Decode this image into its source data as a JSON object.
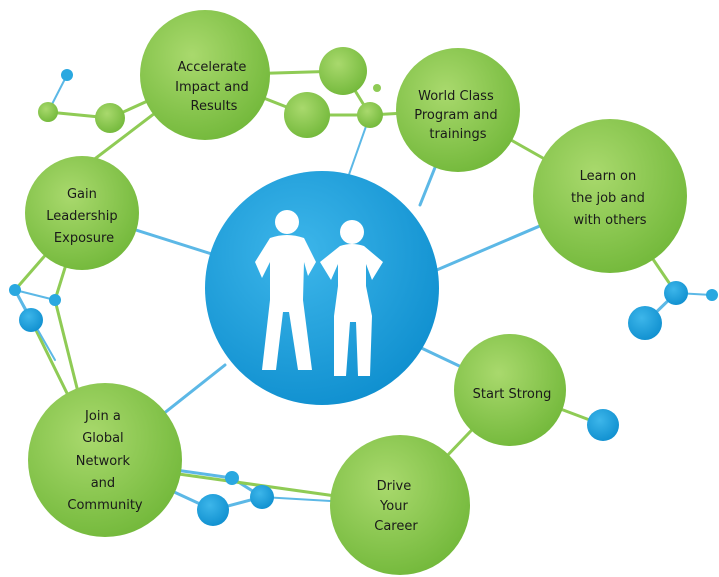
{
  "colors": {
    "green": "#80c342",
    "green_light": "#a6d86a",
    "blue": "#1ba1dc",
    "blue_dark": "#0f86c4",
    "line_green": "#8fcb55",
    "line_blue": "#5cb8e6",
    "figure": "#ffffff"
  },
  "center": {
    "icon": "people-silhouette-icon"
  },
  "nodes": [
    {
      "id": "accelerate",
      "lines": [
        "Accelerate",
        "Impact and",
        "Results"
      ]
    },
    {
      "id": "world-class",
      "lines": [
        "World Class",
        "Program and",
        "trainings"
      ]
    },
    {
      "id": "learn",
      "lines": [
        "Learn on",
        "the job and",
        "with others"
      ]
    },
    {
      "id": "leadership",
      "lines": [
        "Gain",
        "Leadership",
        "Exposure"
      ]
    },
    {
      "id": "start-strong",
      "lines": [
        "Start Strong"
      ]
    },
    {
      "id": "global",
      "lines": [
        "Join a",
        "Global",
        "Network",
        "and",
        "Community"
      ]
    },
    {
      "id": "drive",
      "lines": [
        "Drive",
        "Your",
        "Career"
      ]
    }
  ]
}
